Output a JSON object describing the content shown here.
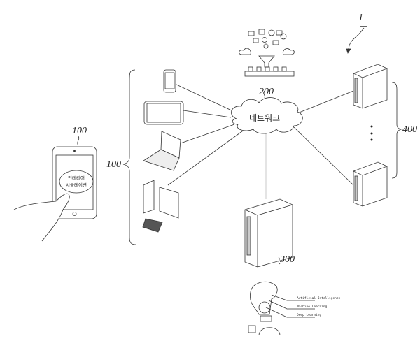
{
  "figure": {
    "system_ref": "1",
    "network": {
      "ref": "200",
      "label": "네트워크"
    },
    "user_device": {
      "ref": "100",
      "bubble_line1": "인테리어",
      "bubble_line2": "시뮬레이션"
    },
    "client_group": {
      "ref": "100",
      "devices": [
        "smartphone",
        "tablet",
        "laptop",
        "desktop-computer"
      ]
    },
    "main_server": {
      "ref": "300"
    },
    "server_group": {
      "ref": "400"
    },
    "ai_labels": [
      "Artificial Intelligence",
      "Machine Learning",
      "Deep Learning"
    ]
  }
}
